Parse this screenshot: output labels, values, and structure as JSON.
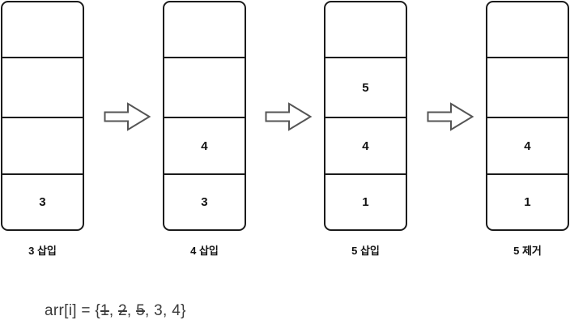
{
  "diagram": {
    "title_visible": false,
    "stacks": [
      {
        "name": "stack-after-insert-3",
        "caption": "3 삽입",
        "cells": [
          "",
          "",
          "",
          "3"
        ]
      },
      {
        "name": "stack-after-insert-4",
        "caption": "4 삽입",
        "cells": [
          "",
          "",
          "4",
          "3"
        ]
      },
      {
        "name": "stack-after-insert-5",
        "caption": "5 삽입",
        "cells": [
          "",
          "5",
          "4",
          "1"
        ]
      },
      {
        "name": "stack-after-remove-5",
        "caption": "5 제거",
        "cells": [
          "",
          "",
          "4",
          "1"
        ]
      }
    ],
    "arrows": [
      {
        "name": "arrow-step-1",
        "glyph": "right-arrow-outline"
      },
      {
        "name": "arrow-step-2",
        "glyph": "right-arrow-outline"
      },
      {
        "name": "arrow-step-3",
        "glyph": "right-arrow-outline"
      }
    ],
    "formula": {
      "prefix": "arr[i] = {",
      "suffix": "}",
      "separator": ", ",
      "items": [
        {
          "text": "1",
          "struck": true
        },
        {
          "text": "2",
          "struck": true
        },
        {
          "text": "5",
          "struck": true
        },
        {
          "text": "3",
          "struck": false
        },
        {
          "text": "4",
          "struck": false
        }
      ]
    },
    "colors": {
      "stroke": "#1b1b1b",
      "background": "#ffffff",
      "text": "#111111",
      "formula_text": "#3b3b3b"
    }
  }
}
